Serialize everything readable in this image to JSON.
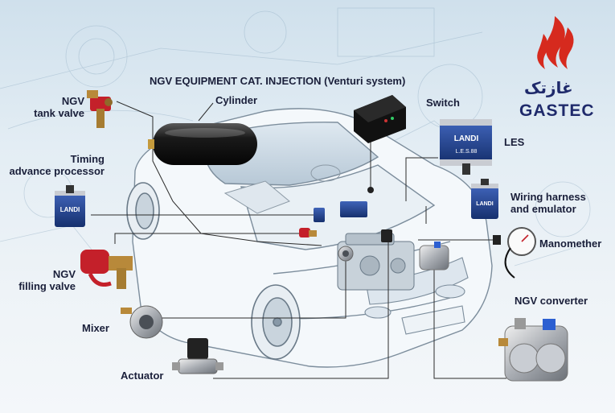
{
  "diagram": {
    "title": "NGV EQUIPMENT CAT. INJECTION (Venturi system)",
    "brand": {
      "latin": "GASTEC",
      "farsi": "غازتک",
      "flame_color": "#d62a1e",
      "text_color": "#1f2a6b"
    },
    "labels": {
      "ngv_tank_valve": "NGV\ntank valve",
      "cylinder": "Cylinder",
      "timing_advance_processor": "Timing\nadvance processor",
      "switch": "Switch",
      "les": "LES",
      "wiring_harness": "Wiring harness\nand emulator",
      "manomether": "Manomether",
      "ngv_filling_valve": "NGV\nfilling valve",
      "mixer": "Mixer",
      "actuator": "Actuator",
      "ngv_converter": "NGV converter"
    },
    "component_text": {
      "landi": "LANDI",
      "les_code": "L.E.S.88"
    },
    "colors": {
      "background_top": "#cfe0ec",
      "label_text": "#1a1f3a",
      "leader_lines": "#2b2b2b",
      "valve_red": "#c4202a",
      "brass": "#b8893a",
      "module_blue": "#1f3f8f"
    }
  }
}
